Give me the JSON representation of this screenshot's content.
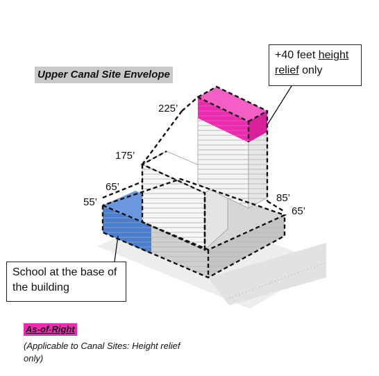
{
  "title": "Upper Canal Site Envelope",
  "callouts": {
    "height_relief": {
      "text_prefix": "+40 feet ",
      "text_underlined": "height relief",
      "text_suffix": " only"
    },
    "school": {
      "text": "School at the base of the building"
    }
  },
  "dimension_labels": {
    "tower_high": "225’",
    "tower_low": "175’",
    "podium_65_left": "65’",
    "podium_55": "55’",
    "podium_85": "85’",
    "podium_65_right": "65’"
  },
  "legend": {
    "key_label": "As-of-Right",
    "note": "(Applicable to Canal Sites: Height relief only)"
  },
  "colors": {
    "height_relief": "#ee2bb0",
    "school": "#4a7fd0",
    "massing_gray": "#d8d8d8",
    "massing_white": "#f7f7f7"
  }
}
